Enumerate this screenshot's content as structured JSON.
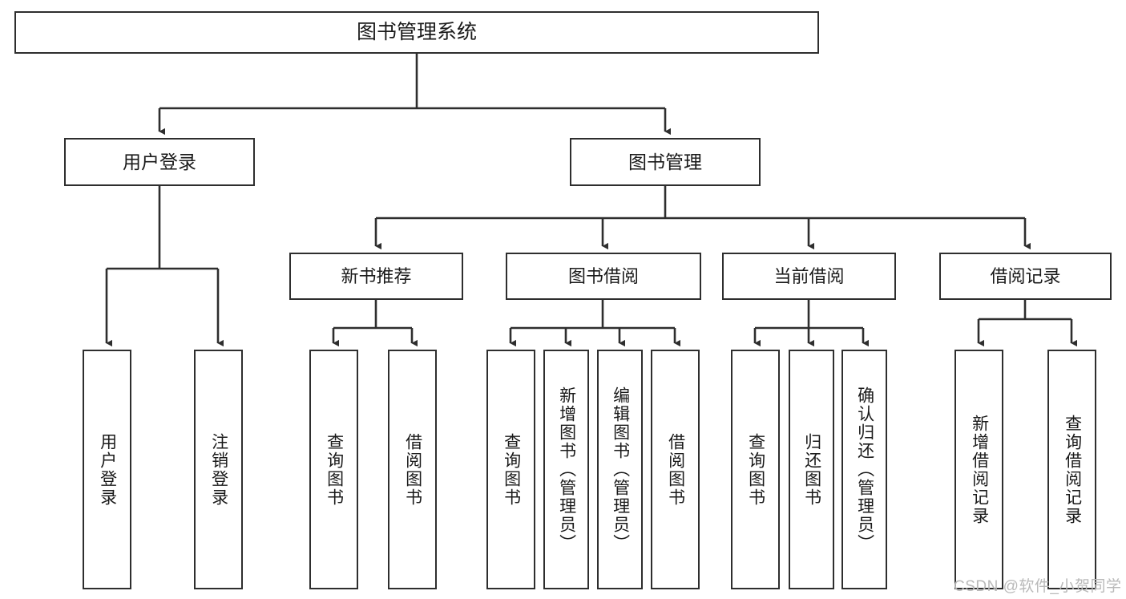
{
  "diagram": {
    "title": "图书管理系统",
    "type": "tree-hierarchy",
    "orientation": "top-down",
    "colors": {
      "box_border": "#2e2e2e",
      "box_fill": "#ffffff",
      "connector": "#2e2e2e",
      "text": "#1a1a1a",
      "watermark": "#b9b9b9",
      "background": "#ffffff"
    }
  },
  "root": {
    "label": "图书管理系统"
  },
  "level2": [
    {
      "label": "用户登录"
    },
    {
      "label": "图书管理"
    }
  ],
  "level3": [
    {
      "label": "新书推荐"
    },
    {
      "label": "图书借阅"
    },
    {
      "label": "当前借阅"
    },
    {
      "label": "借阅记录"
    }
  ],
  "leaves": {
    "user_login": [
      {
        "label": "用户登录"
      },
      {
        "label": "注销登录"
      }
    ],
    "new_book_recommend": [
      {
        "label": "查询图书"
      },
      {
        "label": "借阅图书"
      }
    ],
    "book_borrow": [
      {
        "label": "查询图书"
      },
      {
        "label": "新增图书（管理员）"
      },
      {
        "label": "编辑图书（管理员）"
      },
      {
        "label": "借阅图书"
      }
    ],
    "current_borrow": [
      {
        "label": "查询图书"
      },
      {
        "label": "归还图书"
      },
      {
        "label": "确认归还（管理员）"
      }
    ],
    "borrow_record": [
      {
        "label": "新增借阅记录"
      },
      {
        "label": "查询借阅记录"
      }
    ]
  },
  "watermark": {
    "text": "CSDN @软件_小贺同学"
  }
}
